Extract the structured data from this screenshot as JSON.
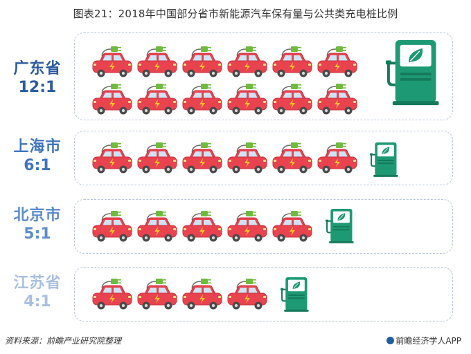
{
  "title": "图表21：2018年中国部分省市新能源汽车保有量与公共类充电桩比例",
  "colors": {
    "car_body": "#e8434f",
    "car_window": "#cfe3f5",
    "car_wheel": "#4a4a4a",
    "plug": "#6fbb3c",
    "bolt": "#f5c02a",
    "charger": "#1d9a73",
    "charger_dark": "#157a5b",
    "panel_border": "#b7c6dc",
    "label_colors": [
      "#2c5aa0",
      "#3f74bf",
      "#5b8ccb",
      "#a8c0e0"
    ]
  },
  "chart_data": {
    "type": "table",
    "title": "图表21：2018年中国部分省市新能源汽车保有量与公共类充电桩比例",
    "rows": [
      {
        "region": "广东省",
        "ratio_label": "12:1",
        "cars": 12,
        "chargers": 1
      },
      {
        "region": "上海市",
        "ratio_label": "6:1",
        "cars": 6,
        "chargers": 1
      },
      {
        "region": "北京市",
        "ratio_label": "5:1",
        "cars": 5,
        "chargers": 1
      },
      {
        "region": "江苏省",
        "ratio_label": "4:1",
        "cars": 4,
        "chargers": 1
      }
    ]
  },
  "footer": {
    "source": "资料来源：前瞻产业研究院整理",
    "brand": "前瞻经济学人APP"
  }
}
